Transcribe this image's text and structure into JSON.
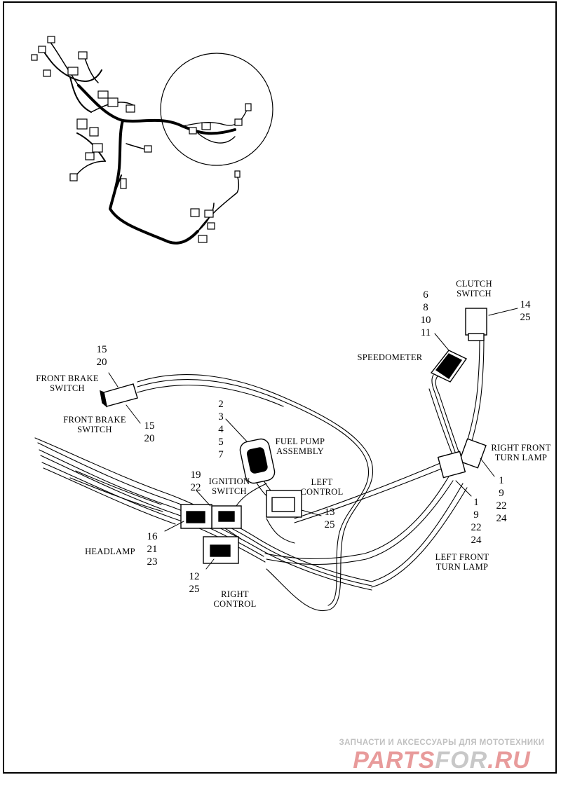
{
  "labels": {
    "clutch_switch": [
      "CLUTCH",
      "SWITCH"
    ],
    "speedometer": [
      "SPEEDOMETER"
    ],
    "front_brake_switch_a": [
      "FRONT BRAKE",
      "SWITCH"
    ],
    "front_brake_switch_b": [
      "FRONT BRAKE",
      "SWITCH"
    ],
    "fuel_pump_assembly": [
      "FUEL PUMP",
      "ASSEMBLY"
    ],
    "ignition_switch": [
      "IGNITION",
      "SWITCH"
    ],
    "left_control": [
      "LEFT",
      "CONTROL"
    ],
    "right_front_turn_lamp": [
      "RIGHT FRONT",
      "TURN LAMP"
    ],
    "left_front_turn_lamp": [
      "LEFT FRONT",
      "TURN LAMP"
    ],
    "headlamp": [
      "HEADLAMP"
    ],
    "right_control": [
      "RIGHT",
      "CONTROL"
    ]
  },
  "callouts": {
    "clutch_switch": [
      "14",
      "25"
    ],
    "speedometer": [
      "6",
      "8",
      "10",
      "11"
    ],
    "front_brake_switch_a": [
      "15",
      "20"
    ],
    "front_brake_switch_b": [
      "15",
      "20"
    ],
    "fuel_pump_assembly": [
      "2",
      "3",
      "4",
      "5",
      "7"
    ],
    "ignition_switch": [
      "19",
      "22"
    ],
    "left_control": [
      "13",
      "25"
    ],
    "right_front_turn_lamp": [
      "1",
      "9",
      "22",
      "24"
    ],
    "left_front_turn_lamp": [
      "1",
      "9",
      "22",
      "24"
    ],
    "headlamp": [
      "16",
      "21",
      "23"
    ],
    "right_control": [
      "12",
      "25"
    ]
  },
  "watermark": {
    "tagline": "ЗАПЧАСТИ И АКСЕССУАРЫ ДЛЯ МОТОТЕХНИКИ",
    "logo_a": "PARTS",
    "logo_b": "FOR",
    "logo_c": ".RU",
    "color_a": "#e89b9b",
    "color_b": "#c8c8c8"
  }
}
